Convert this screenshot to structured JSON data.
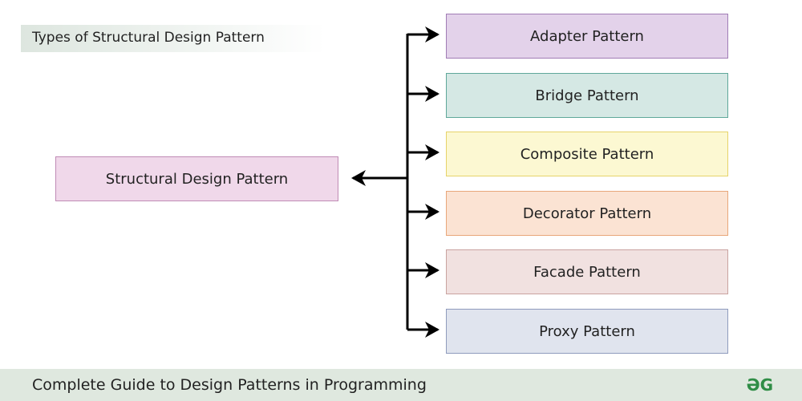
{
  "title": "Types of Structural Design Pattern",
  "root": "Structural Design Pattern",
  "children": [
    {
      "label": "Adapter Pattern",
      "fill": "#e3d2ea",
      "border": "#a07cb5"
    },
    {
      "label": "Bridge Pattern",
      "fill": "#d5e8e4",
      "border": "#5fa89a"
    },
    {
      "label": "Composite Pattern",
      "fill": "#fcf8d2",
      "border": "#e6d36a"
    },
    {
      "label": "Decorator Pattern",
      "fill": "#fbe3d3",
      "border": "#e8a77a"
    },
    {
      "label": "Facade Pattern",
      "fill": "#f1e1e0",
      "border": "#c9a3a0"
    },
    {
      "label": "Proxy Pattern",
      "fill": "#e0e4ee",
      "border": "#8f9bbd"
    }
  ],
  "footer": {
    "text": "Complete Guide to Design Patterns in Programming",
    "logo": "GfG"
  }
}
